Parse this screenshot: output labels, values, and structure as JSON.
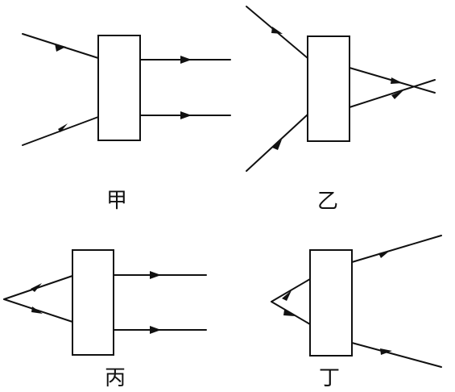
{
  "panels": [
    {
      "id": "jia",
      "label": "甲"
    },
    {
      "id": "yi",
      "label": "乙"
    },
    {
      "id": "bing",
      "label": "丙"
    },
    {
      "id": "ding",
      "label": "丁"
    }
  ],
  "colors": {
    "ink": "#111111",
    "background": "#ffffff"
  }
}
